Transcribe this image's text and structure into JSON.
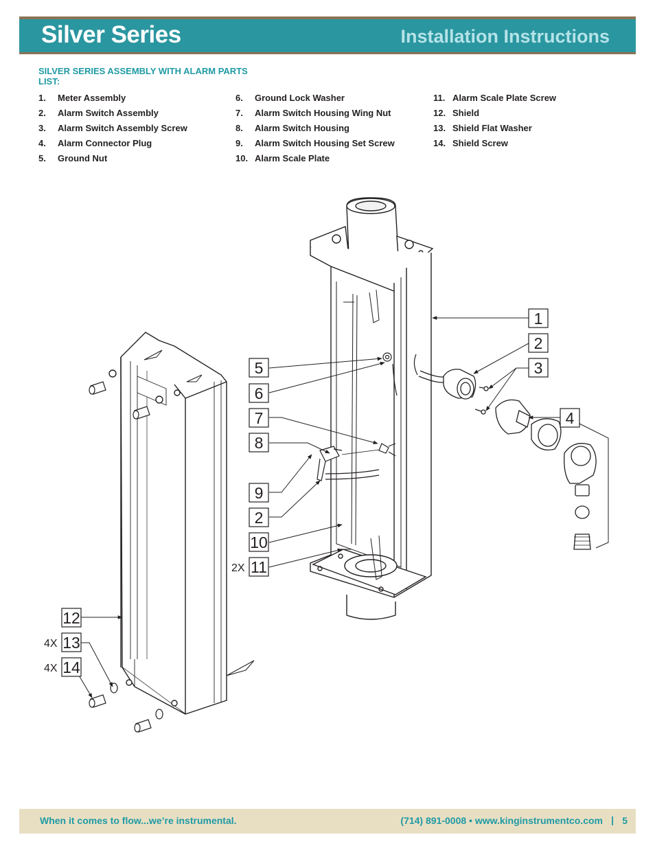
{
  "header": {
    "series_title": "Silver Series",
    "doc_title": "Installation Instructions"
  },
  "parts_list": {
    "heading": "SILVER SERIES ASSEMBLY WITH ALARM PARTS LIST:",
    "columns": [
      [
        {
          "num": "1.",
          "name": "Meter Assembly"
        },
        {
          "num": "2.",
          "name": "Alarm Switch Assembly"
        },
        {
          "num": "3.",
          "name": "Alarm Switch  Assembly Screw"
        },
        {
          "num": "4.",
          "name": "Alarm Connector Plug"
        },
        {
          "num": "5.",
          "name": "Ground Nut"
        }
      ],
      [
        {
          "num": "6.",
          "name": "Ground Lock Washer"
        },
        {
          "num": "7.",
          "name": "Alarm Switch Housing Wing Nut"
        },
        {
          "num": "8.",
          "name": "Alarm Switch Housing"
        },
        {
          "num": "9.",
          "name": "Alarm Switch Housing Set Screw"
        },
        {
          "num": "10.",
          "name": "Alarm Scale Plate"
        }
      ],
      [
        {
          "num": "11.",
          "name": "Alarm Scale Plate Screw"
        },
        {
          "num": "12.",
          "name": "Shield"
        },
        {
          "num": "13.",
          "name": "Shield Flat Washer"
        },
        {
          "num": "14.",
          "name": "Shield Screw"
        }
      ]
    ]
  },
  "diagram": {
    "callouts": {
      "c1": "1",
      "c2": "2",
      "c3": "3",
      "c4": "4",
      "c5": "5",
      "c6": "6",
      "c7": "7",
      "c8": "8",
      "c9": "9",
      "c2b": "2",
      "c10": "10",
      "c11": "11",
      "c12": "12",
      "c13": "13",
      "c14": "14"
    },
    "multipliers": {
      "m11": "2X",
      "m13": "4X",
      "m14": "4X"
    }
  },
  "footer": {
    "tagline": "When it comes to flow...we’re instrumental.",
    "contact": "(714) 891-0008 • www.kinginstrumentco.com",
    "separator": "|",
    "page_number": "5"
  },
  "colors": {
    "header_teal": "#2a96a0",
    "accent_brown": "#8b7355",
    "heading_teal": "#1f9aa4",
    "footer_bg": "#e8dfc3"
  }
}
